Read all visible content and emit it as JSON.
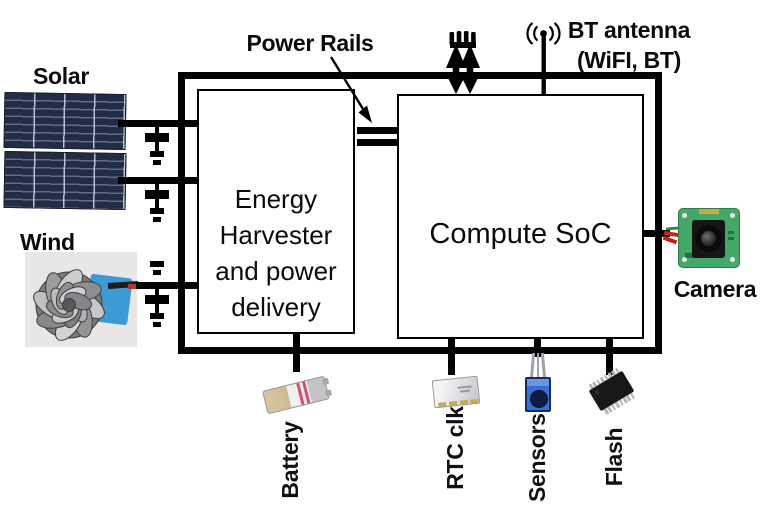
{
  "labels": {
    "solar": "Solar",
    "wind": "Wind",
    "power_rails": "Power Rails",
    "bt_antenna": [
      "BT antenna",
      "(WiFI, BT)"
    ],
    "camera": "Camera"
  },
  "blocks": {
    "energy_harvester_lines": [
      "Energy",
      "Harvester",
      "and power",
      "delivery"
    ],
    "compute_soc": "Compute SoC"
  },
  "peripherals": [
    "Battery",
    "RTC clk",
    "Sensors",
    "Flash"
  ],
  "icons": {
    "antenna": "antenna-icon",
    "io_arrows": "bidirectional-io-arrows-icon",
    "capacitor": "capacitor-to-ground-symbol"
  },
  "colors": {
    "line": "#000000",
    "solar_panel": "#232c45",
    "wind_generator_box": "#3e9ad4",
    "camera_pcb": "#43a868",
    "sensor_body": "#3a70d4",
    "flash_body": "#18181a",
    "battery_cell": "#d8c6a0"
  }
}
